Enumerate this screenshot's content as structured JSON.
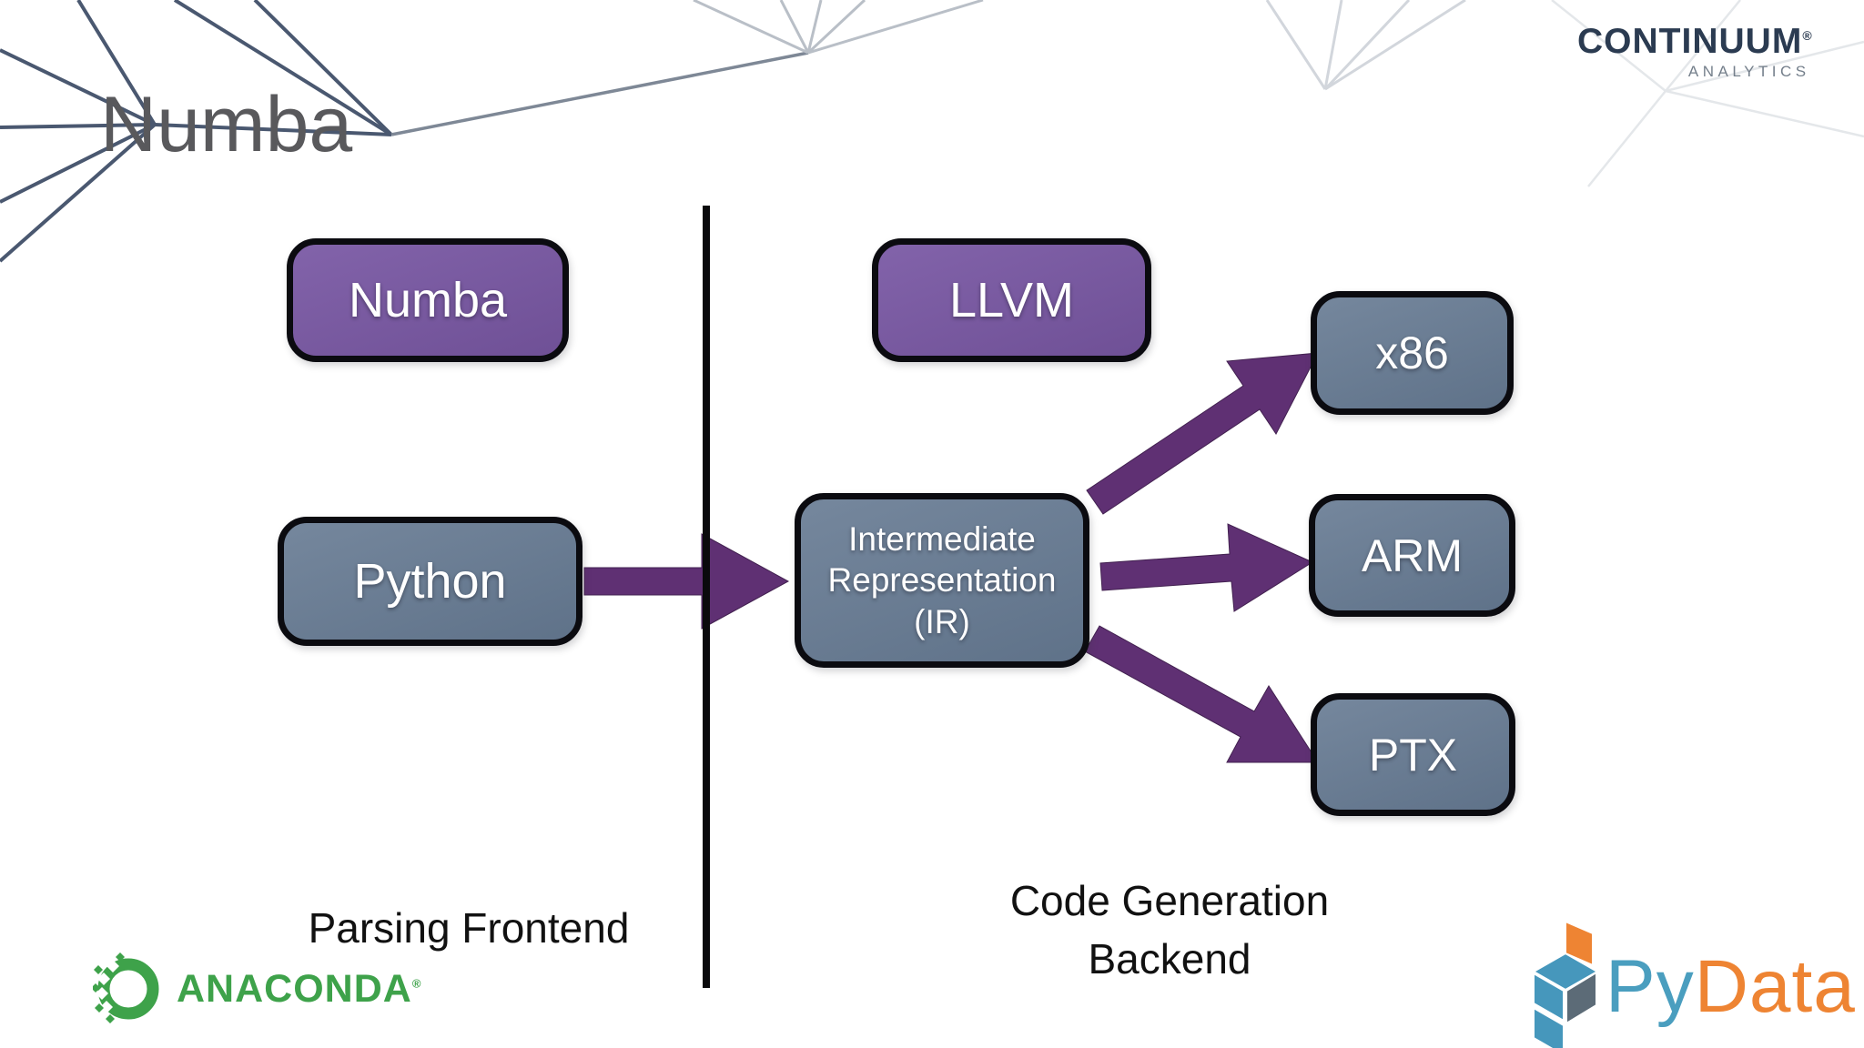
{
  "slide": {
    "title": "Numba"
  },
  "diagram": {
    "nodes": [
      {
        "id": "numba",
        "label": "Numba",
        "type": "purple"
      },
      {
        "id": "llvm",
        "label": "LLVM",
        "type": "purple"
      },
      {
        "id": "python",
        "label": "Python",
        "type": "slate"
      },
      {
        "id": "ir",
        "label": "Intermediate Representation (IR)",
        "type": "slate",
        "lines": [
          "Intermediate",
          "Representation",
          "(IR)"
        ]
      },
      {
        "id": "x86",
        "label": "x86",
        "type": "slate"
      },
      {
        "id": "arm",
        "label": "ARM",
        "type": "slate"
      },
      {
        "id": "ptx",
        "label": "PTX",
        "type": "slate"
      }
    ],
    "edges": [
      {
        "from": "python",
        "to": "ir"
      },
      {
        "from": "ir",
        "to": "x86"
      },
      {
        "from": "ir",
        "to": "arm"
      },
      {
        "from": "ir",
        "to": "ptx"
      }
    ],
    "colors": {
      "purple_node": "#7a59a1",
      "slate_node": "#6b7e95",
      "node_border": "#0b0b10",
      "arrow": "#5f3073",
      "divider": "#0a0a0c",
      "title_gray": "#59595c"
    }
  },
  "labels": {
    "frontend": "Parsing Frontend",
    "backend_line1": "Code Generation",
    "backend_line2": "Backend"
  },
  "logos": {
    "continuum": {
      "name": "CONTINUUM",
      "reg": "®",
      "sub": "ANALYTICS",
      "color": "#2b3b51"
    },
    "anaconda": {
      "text": "ANACONDA",
      "reg": "®",
      "color": "#3EA24A"
    },
    "pydata": {
      "py": "Py",
      "data": "Data",
      "blue": "#4A9EBF",
      "orange": "#EE8433"
    }
  }
}
